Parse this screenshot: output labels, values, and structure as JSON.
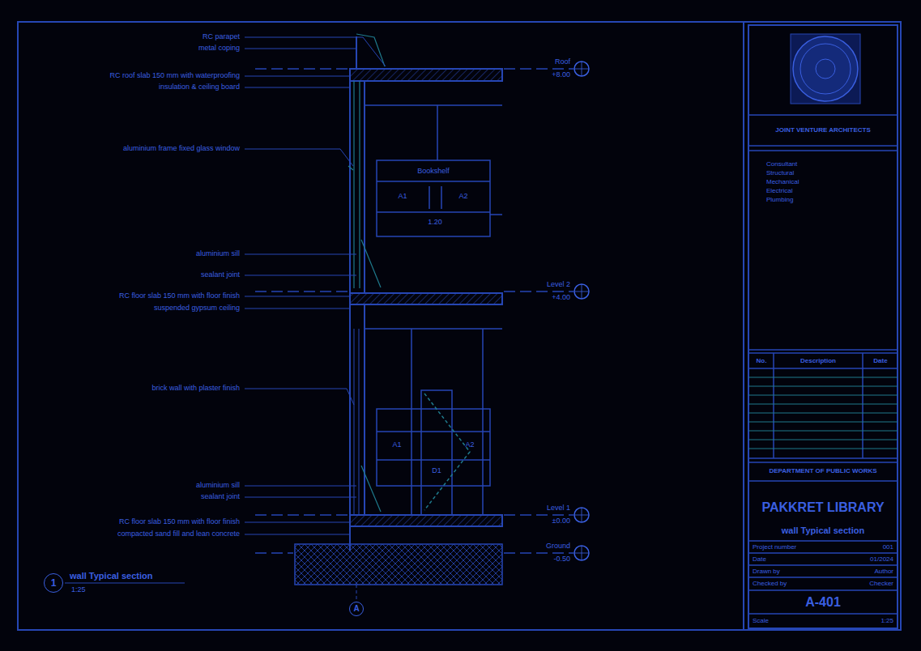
{
  "diagram": {
    "nodes": [
      {
        "text": [
          "1"
        ]
      },
      {
        "text": [
          "A"
        ]
      }
    ],
    "labels": [
      "RC parapet",
      "metal coping",
      "RC roof slab 150 mm with waterproofing",
      "insulation & ceiling board",
      "aluminium frame fixed glass window",
      "aluminium sill",
      "sealant joint",
      "RC floor slab 150 mm with floor finish",
      "suspended gypsum ceiling",
      "brick wall with plaster finish",
      "aluminium sill",
      "sealant joint",
      "RC floor slab 150 mm with floor finish",
      "compacted sand fill and lean concrete",
      "Roof",
      "+8.00",
      "Level 2",
      "+4.00",
      "Level 1",
      "±0.00",
      "Ground",
      "-0.50",
      "Bookshelf",
      "A1",
      "A2",
      "1.20",
      "A1",
      "A2",
      "D1",
      "wall Typical section",
      "1:25",
      "JOINT VENTURE ARCHITECTS",
      "Consultant",
      "Structural",
      "Mechanical",
      "Electrical",
      "Plumbing",
      "No.",
      "Description",
      "Date",
      "DEPARTMENT OF PUBLIC WORKS",
      "PAKKRET LIBRARY",
      "wall Typical section",
      "Project number",
      "001",
      "Date",
      "01/2024",
      "Drawn by",
      "Author",
      "Checked by",
      "Checker",
      "A-401",
      "Scale",
      "1:25"
    ]
  }
}
